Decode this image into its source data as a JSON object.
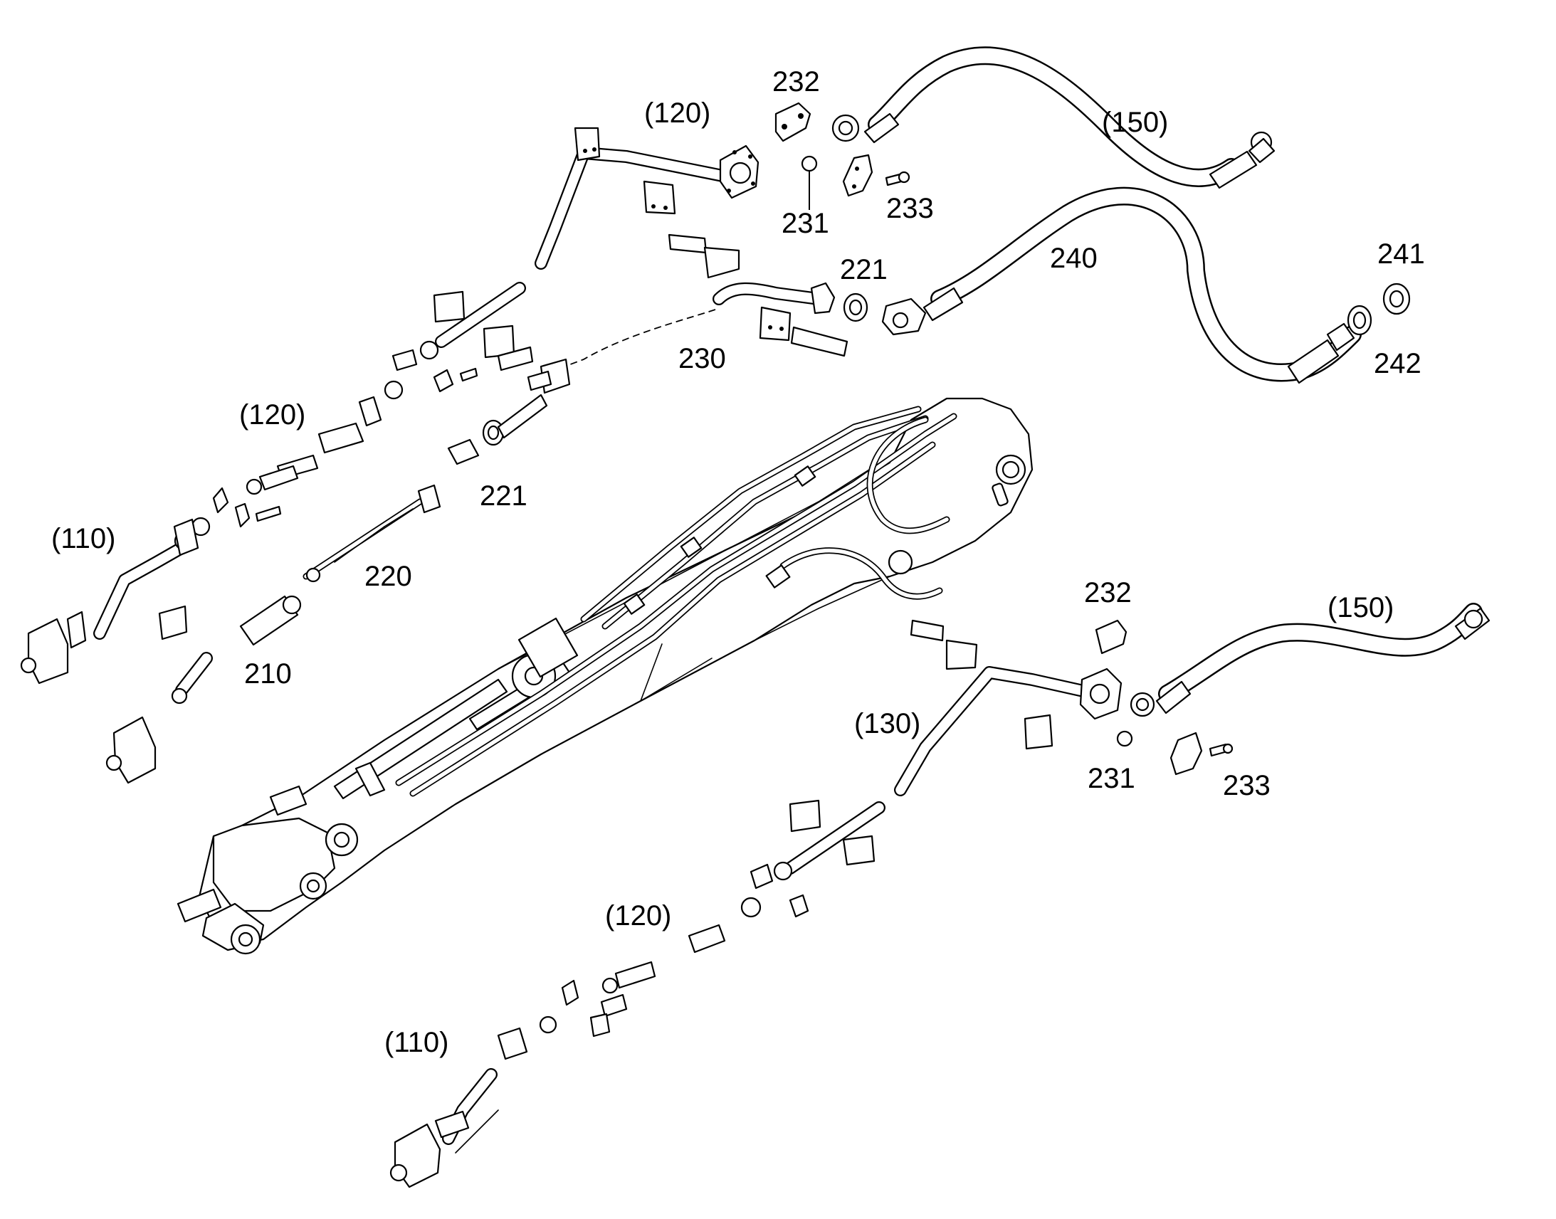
{
  "labels": {
    "l_232a": "232",
    "l_120a": "(120)",
    "l_150a": "(150)",
    "l_231a": "231",
    "l_233a": "233",
    "l_221a": "221",
    "l_240": "240",
    "l_241": "241",
    "l_242": "242",
    "l_230": "230",
    "l_120b": "(120)",
    "l_221b": "221",
    "l_110a": "(110)",
    "l_220": "220",
    "l_210": "210",
    "l_232b": "232",
    "l_150b": "(150)",
    "l_130": "(130)",
    "l_231b": "231",
    "l_233b": "233",
    "l_120c": "(120)",
    "l_110b": "(110)"
  },
  "colors": {
    "ink": "#000000",
    "paper": "#ffffff"
  }
}
